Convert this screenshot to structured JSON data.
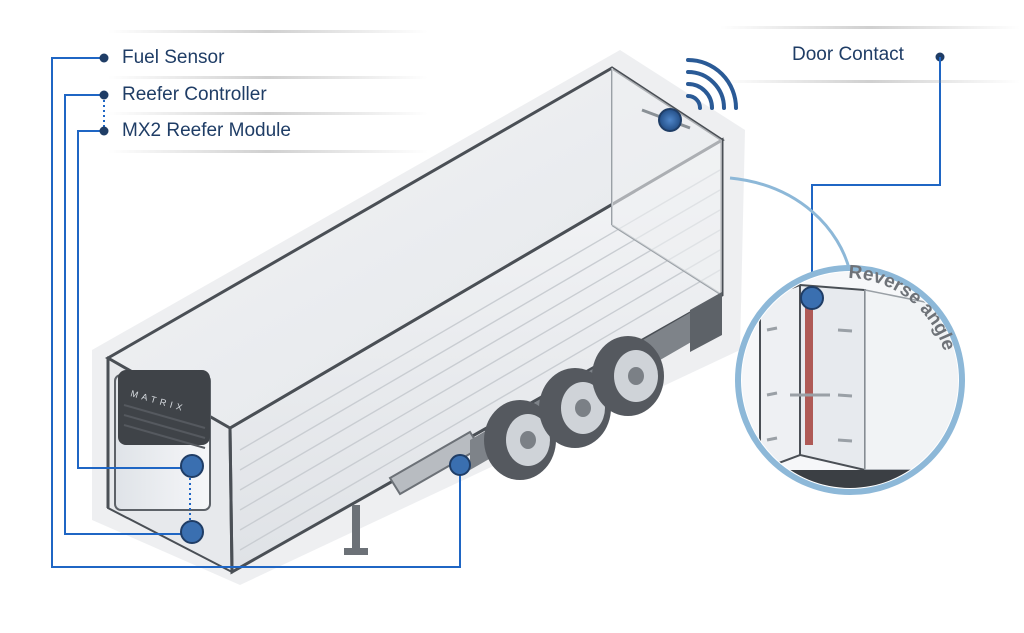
{
  "labels": {
    "fuel_sensor": "Fuel Sensor",
    "reefer_controller": "Reefer Controller",
    "mx2_reefer_module": "MX2 Reefer Module",
    "door_contact": "Door Contact",
    "reverse_angle": "Reverse angle"
  },
  "brand_on_unit": "MATRIX",
  "colors": {
    "callout_line": "#1f66c4",
    "callout_dot": "#1f3d66",
    "sensor_marker": "#3a6fb0",
    "inset_ring": "#8db8d8",
    "trailer_outline": "#4a4f55"
  }
}
